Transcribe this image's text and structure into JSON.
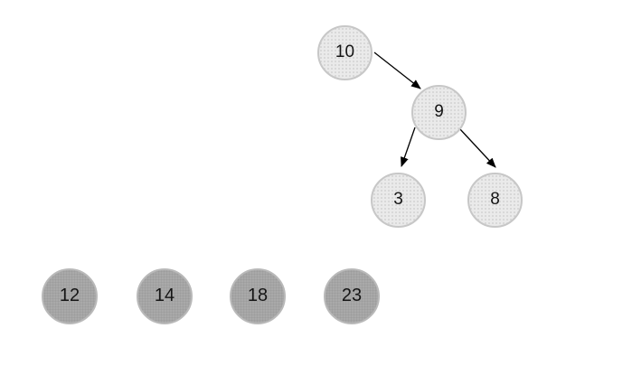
{
  "diagram": {
    "type": "binary-tree-with-unlinked-nodes",
    "tree": {
      "nodes": [
        {
          "id": "10",
          "label": "10",
          "role": "root"
        },
        {
          "id": "9",
          "label": "9",
          "role": "right-child-of-10"
        },
        {
          "id": "3",
          "label": "3",
          "role": "left-child-of-9"
        },
        {
          "id": "8",
          "label": "8",
          "role": "right-child-of-9"
        }
      ],
      "edges": [
        {
          "from": "10",
          "to": "9"
        },
        {
          "from": "9",
          "to": "3"
        },
        {
          "from": "9",
          "to": "8"
        }
      ]
    },
    "unlinked_nodes": [
      {
        "id": "12",
        "label": "12"
      },
      {
        "id": "14",
        "label": "14"
      },
      {
        "id": "18",
        "label": "18"
      },
      {
        "id": "23",
        "label": "23"
      }
    ],
    "colors": {
      "background": "#ffffff",
      "tree_node_fill": "#eaeaea",
      "tree_node_border": "#c7c7c7",
      "unlinked_node_fill": "#a9a9a9",
      "unlinked_node_border": "#b9b9b9",
      "arrow": "#000000",
      "label_text": "#151515"
    }
  }
}
